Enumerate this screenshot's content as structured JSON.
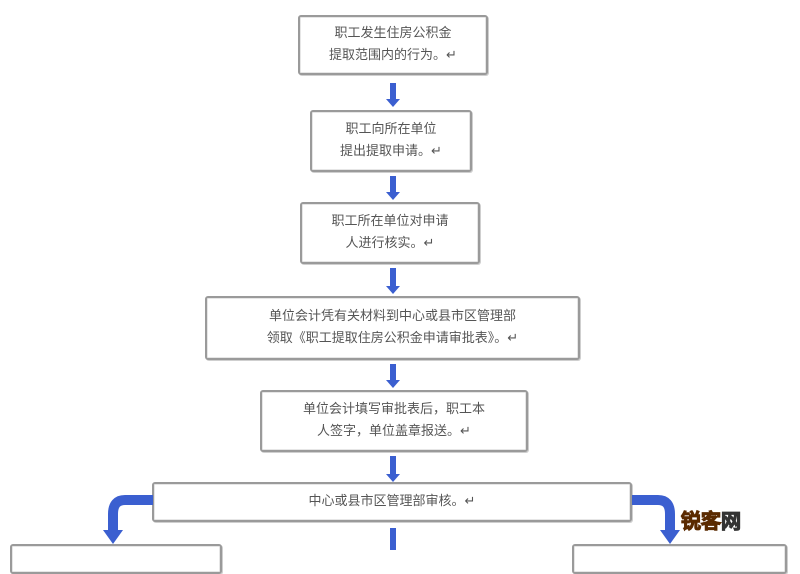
{
  "flowchart": {
    "steps": [
      {
        "id": "step1",
        "lines": [
          "职工发生住房公积金",
          "提取范围内的行为。↵"
        ]
      },
      {
        "id": "step2",
        "lines": [
          "职工向所在单位",
          "提出提取申请。↵"
        ]
      },
      {
        "id": "step3",
        "lines": [
          "职工所在单位对申请",
          "人进行核实。↵"
        ]
      },
      {
        "id": "step4",
        "lines": [
          "单位会计凭有关材料到中心或县市区管理部",
          "领取《职工提取住房公积金申请审批表》。↵"
        ]
      },
      {
        "id": "step5",
        "lines": [
          "单位会计填写审批表后，职工本",
          "人签字，单位盖章报送。↵"
        ]
      },
      {
        "id": "step6",
        "lines": [
          "中心或县市区管理部审核。↵"
        ]
      }
    ]
  },
  "watermark": {
    "part1": "锐客",
    "part2": "网"
  },
  "colors": {
    "arrow": "#3b5fd0",
    "border": "#9a9a9a",
    "watermark": "#f28b1e"
  }
}
